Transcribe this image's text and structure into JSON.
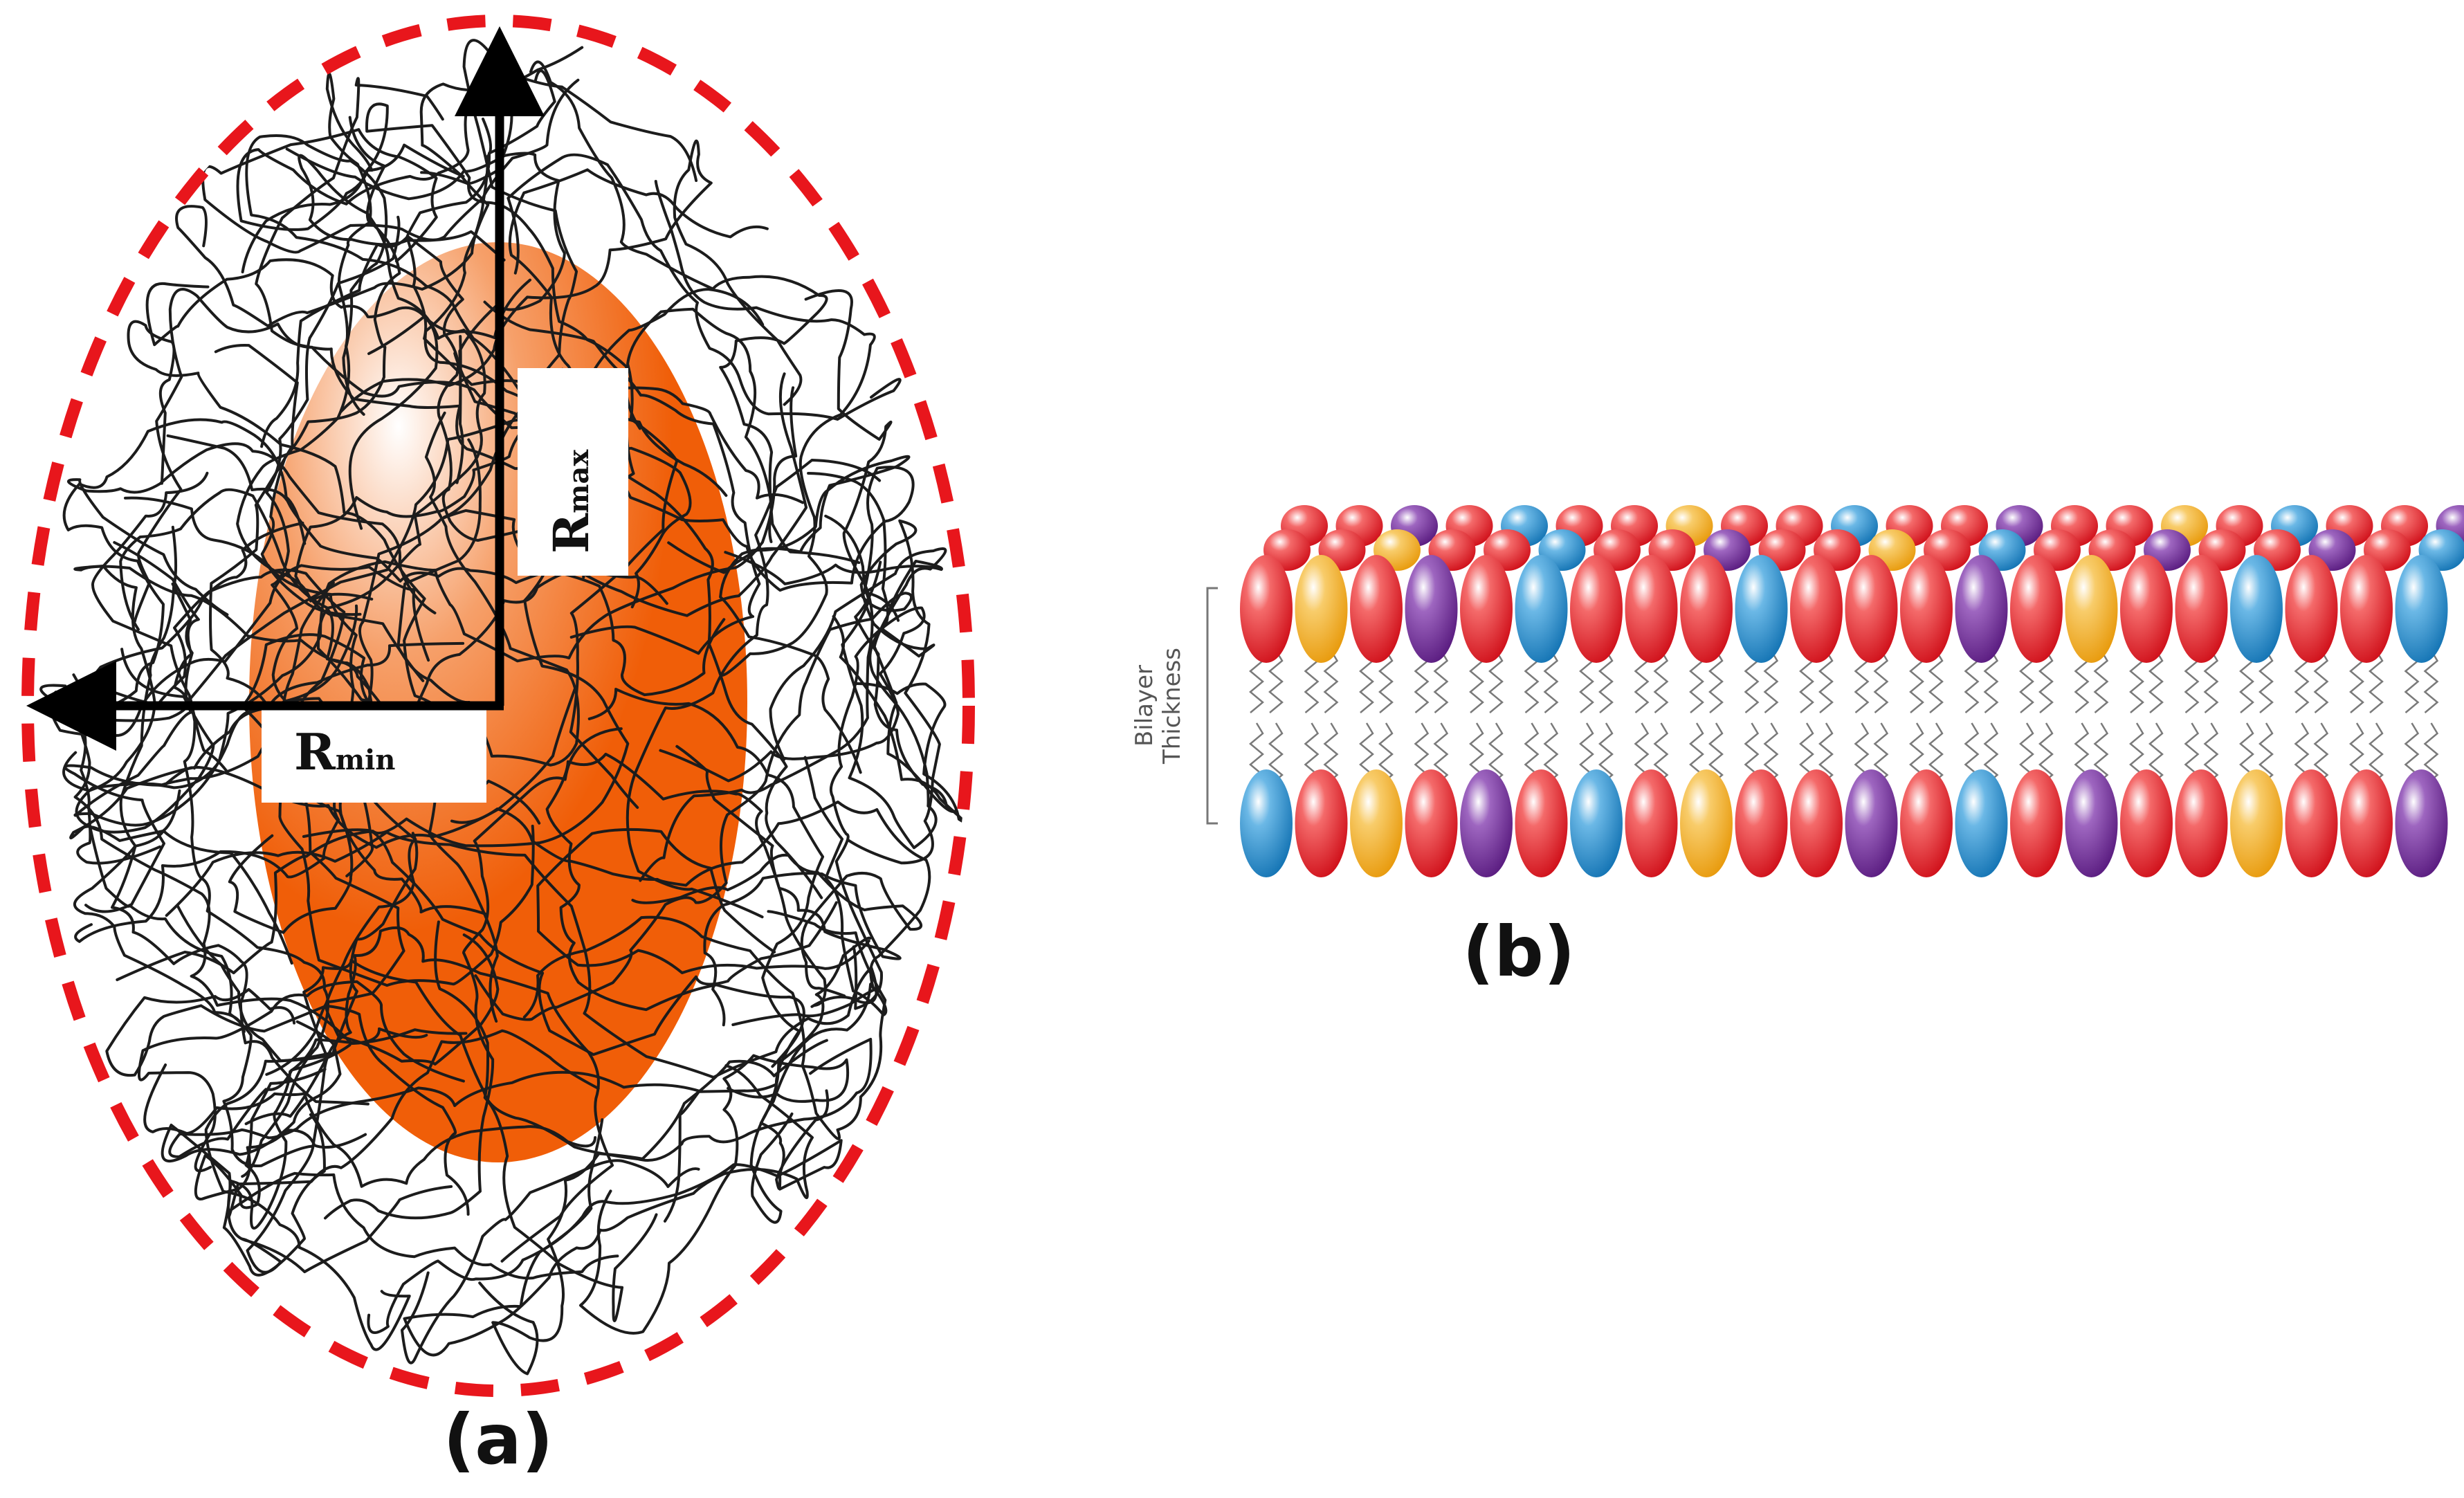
{
  "panel_a": {
    "label": "(a)",
    "r_max": {
      "main": "R",
      "sub": "max"
    },
    "r_min": {
      "main": "R",
      "sub": "min"
    }
  },
  "panel_b": {
    "label": "(b)",
    "bilayer_line1": "Bilayer",
    "bilayer_line2": "Thickness",
    "top_row_colors": [
      "red",
      "yellow",
      "red",
      "purple",
      "red",
      "blue",
      "red",
      "red",
      "red",
      "blue",
      "red",
      "red",
      "red",
      "purple",
      "red",
      "yellow",
      "red",
      "red",
      "blue",
      "red",
      "red",
      "blue"
    ],
    "bottom_row_colors": [
      "blue",
      "red",
      "yellow",
      "red",
      "purple",
      "red",
      "blue",
      "red",
      "yellow",
      "red",
      "red",
      "purple",
      "red",
      "blue",
      "red",
      "purple",
      "red",
      "red",
      "yellow",
      "red",
      "red",
      "purple"
    ]
  },
  "colors": {
    "core": "#F05E08",
    "dashed_boundary": "#E8161C",
    "chains": "#1c1c1c",
    "head_red": "#E8141E",
    "head_blue": "#1B86C8",
    "head_yellow": "#F0A718",
    "head_purple": "#6B2590"
  }
}
